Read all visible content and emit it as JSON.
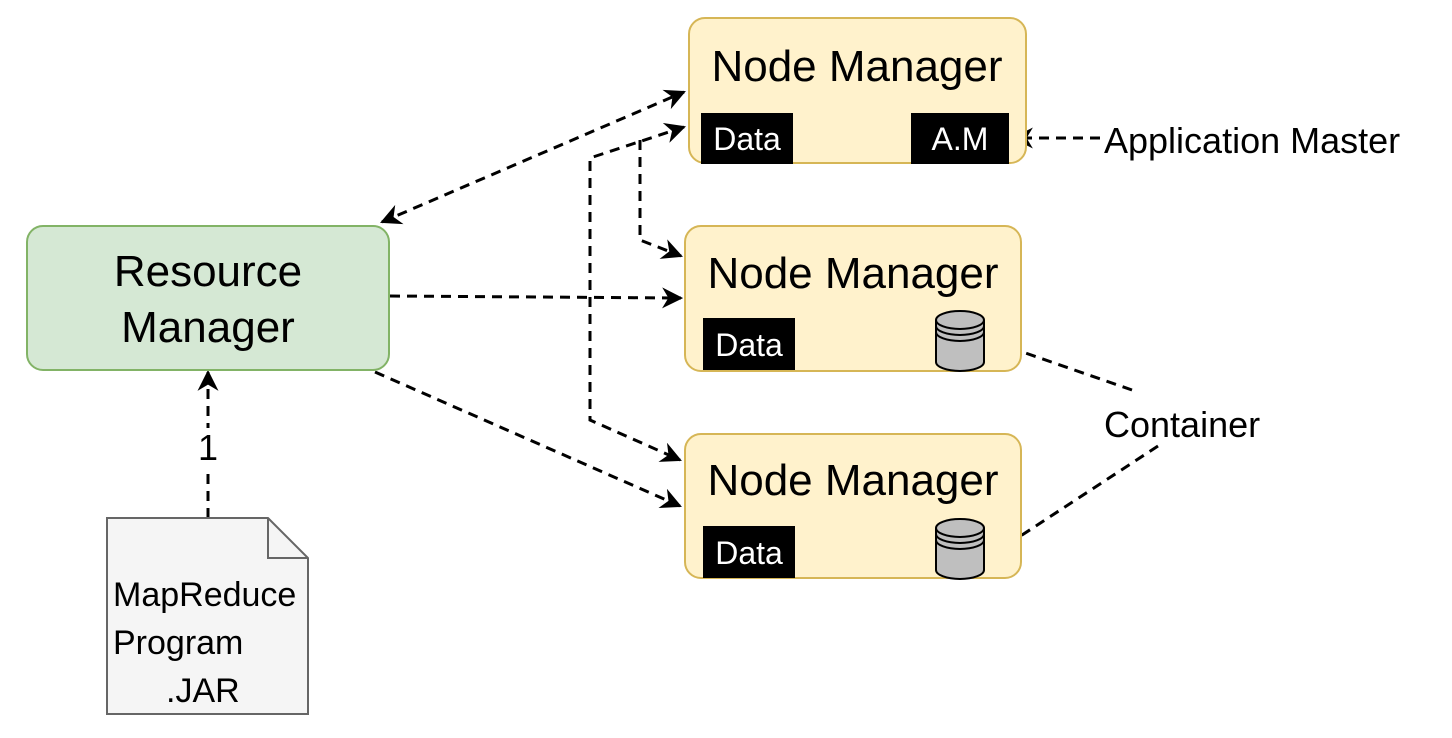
{
  "colors": {
    "resource_fill": "#d5e8d4",
    "resource_stroke": "#82b366",
    "node_fill": "#fff2cc",
    "node_stroke": "#d6b656",
    "doc_fill": "#f5f5f5",
    "doc_stroke": "#666666",
    "badge_fill": "#000000",
    "cylinder_fill": "#bfbfbf",
    "cylinder_stroke": "#000000"
  },
  "resource_manager": {
    "line1": "Resource",
    "line2": "Manager"
  },
  "node_managers": [
    {
      "title": "Node Manager",
      "data_label": "Data",
      "am_label": "A.M"
    },
    {
      "title": "Node Manager",
      "data_label": "Data"
    },
    {
      "title": "Node Manager",
      "data_label": "Data"
    }
  ],
  "job_file": {
    "line1": "MapReduce",
    "line2": "Program",
    "line3": ".JAR"
  },
  "edge_labels": {
    "submit_step": "1",
    "application_master": "Application Master",
    "container": "Container"
  },
  "icons": {
    "container_cylinder": "database-cylinder-icon",
    "document": "document-icon"
  }
}
